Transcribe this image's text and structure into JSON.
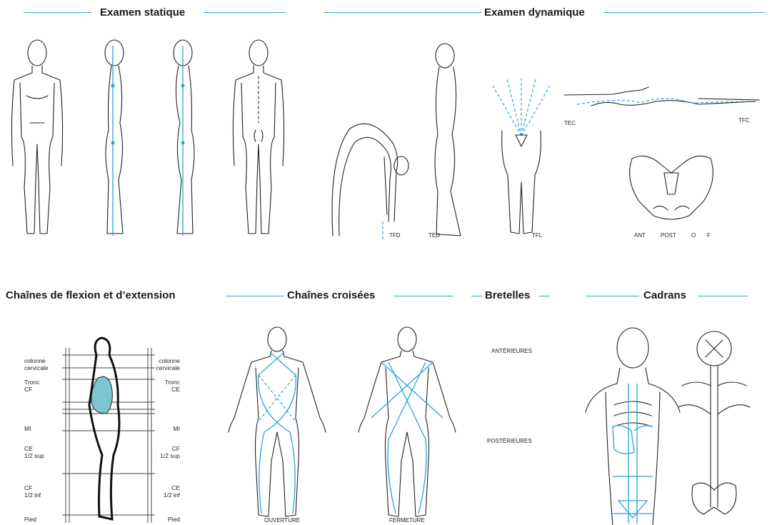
{
  "sections": {
    "static": {
      "title": "Examen statique"
    },
    "dynamic": {
      "title": "Examen dynamique",
      "labels": {
        "tfd": "TFD",
        "ted": "TED",
        "tfl": "TFL",
        "tec": "TEC",
        "tfc": "TFC",
        "ant": "ANT",
        "post": "POST",
        "o": "O",
        "f": "F"
      }
    },
    "chains": {
      "title": "Chaînes de flexion et d’extension",
      "left": [
        "colonne\ncervicale",
        "Tronc\nCF",
        "MI",
        "CE\n1/2 sup",
        "CF\n1/2 inf",
        "Pied"
      ],
      "right": [
        "colonne\ncervicale",
        "Tronc\nCE",
        "MI",
        "CF\n1/2 sup",
        "CE\n1/2 inf",
        "Pied"
      ]
    },
    "crossed": {
      "title": "Chaînes croisées",
      "open": "OUVERTURE",
      "close": "FERMETURE"
    },
    "straps": {
      "title": "Bretelles",
      "anterior": "ANTÉRIEURES",
      "posterior": "POSTÉRIEURES"
    },
    "dials": {
      "title": "Cadrans"
    }
  },
  "colors": {
    "accent": "#2aa3d8",
    "ink": "#222222",
    "fill": "#7cc6cf"
  }
}
